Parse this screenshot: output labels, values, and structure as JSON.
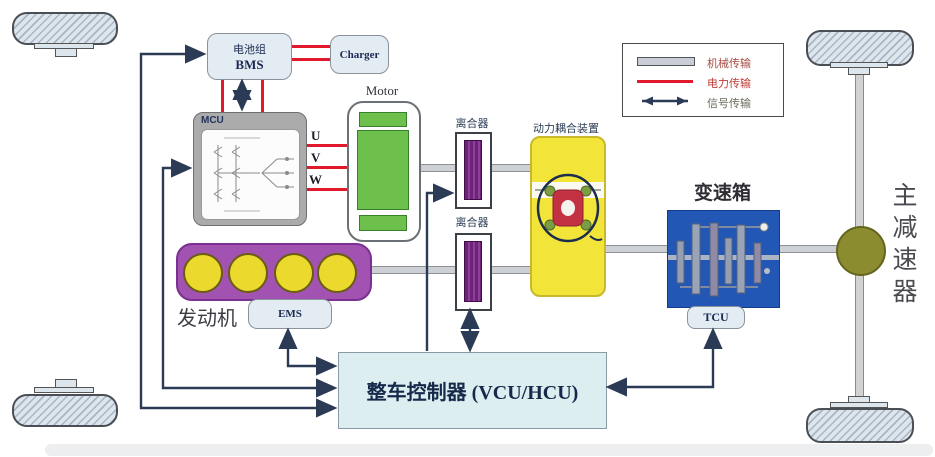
{
  "diagram": {
    "legend": {
      "items": [
        {
          "label": "机械传输",
          "type": "mechanical-bar"
        },
        {
          "label": "电力传输",
          "type": "electric-line"
        },
        {
          "label": "信号传输",
          "type": "signal-arrow"
        }
      ]
    },
    "components": {
      "bms": {
        "title": "电池组",
        "subtitle": "BMS"
      },
      "charger": {
        "label": "Charger"
      },
      "mcu": {
        "label": "MCU"
      },
      "motor": {
        "label": "Motor"
      },
      "clutch_top": {
        "label": "离合器"
      },
      "clutch_bottom": {
        "label": "离合器"
      },
      "coupling": {
        "label": "动力耦合装置"
      },
      "gearbox": {
        "label": "变速箱"
      },
      "tcu": {
        "label": "TCU"
      },
      "engine": {
        "label": "发动机"
      },
      "ems": {
        "label": "EMS"
      },
      "vcu": {
        "label": "整车控制器 (VCU/HCU)"
      },
      "final_drive": {
        "label": "主减速器"
      }
    },
    "phases": [
      "U",
      "V",
      "W"
    ],
    "colors": {
      "electric_red": "#e2182b",
      "signal_navy": "#2b3a55",
      "mechanical_gray": "#cdd0d4",
      "motor_green": "#6cc04b",
      "engine_purple": "#a252b0",
      "cylinder_yellow": "#ecd92d",
      "coupling_yellow": "#f2e438",
      "gearbox_blue": "#2357b5",
      "final_drive_olive": "#8b8c30"
    }
  }
}
